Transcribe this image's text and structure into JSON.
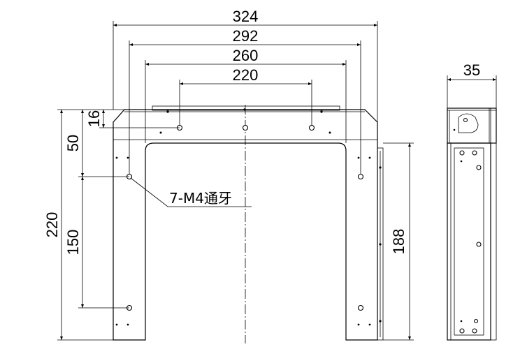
{
  "dimensions": {
    "w324": "324",
    "w292": "292",
    "w260": "260",
    "w220": "220",
    "h16": "16",
    "h50": "50",
    "h220": "220",
    "h150": "150",
    "h188": "188",
    "w35": "35"
  },
  "callout": {
    "thread_note": "7-M4通牙"
  }
}
